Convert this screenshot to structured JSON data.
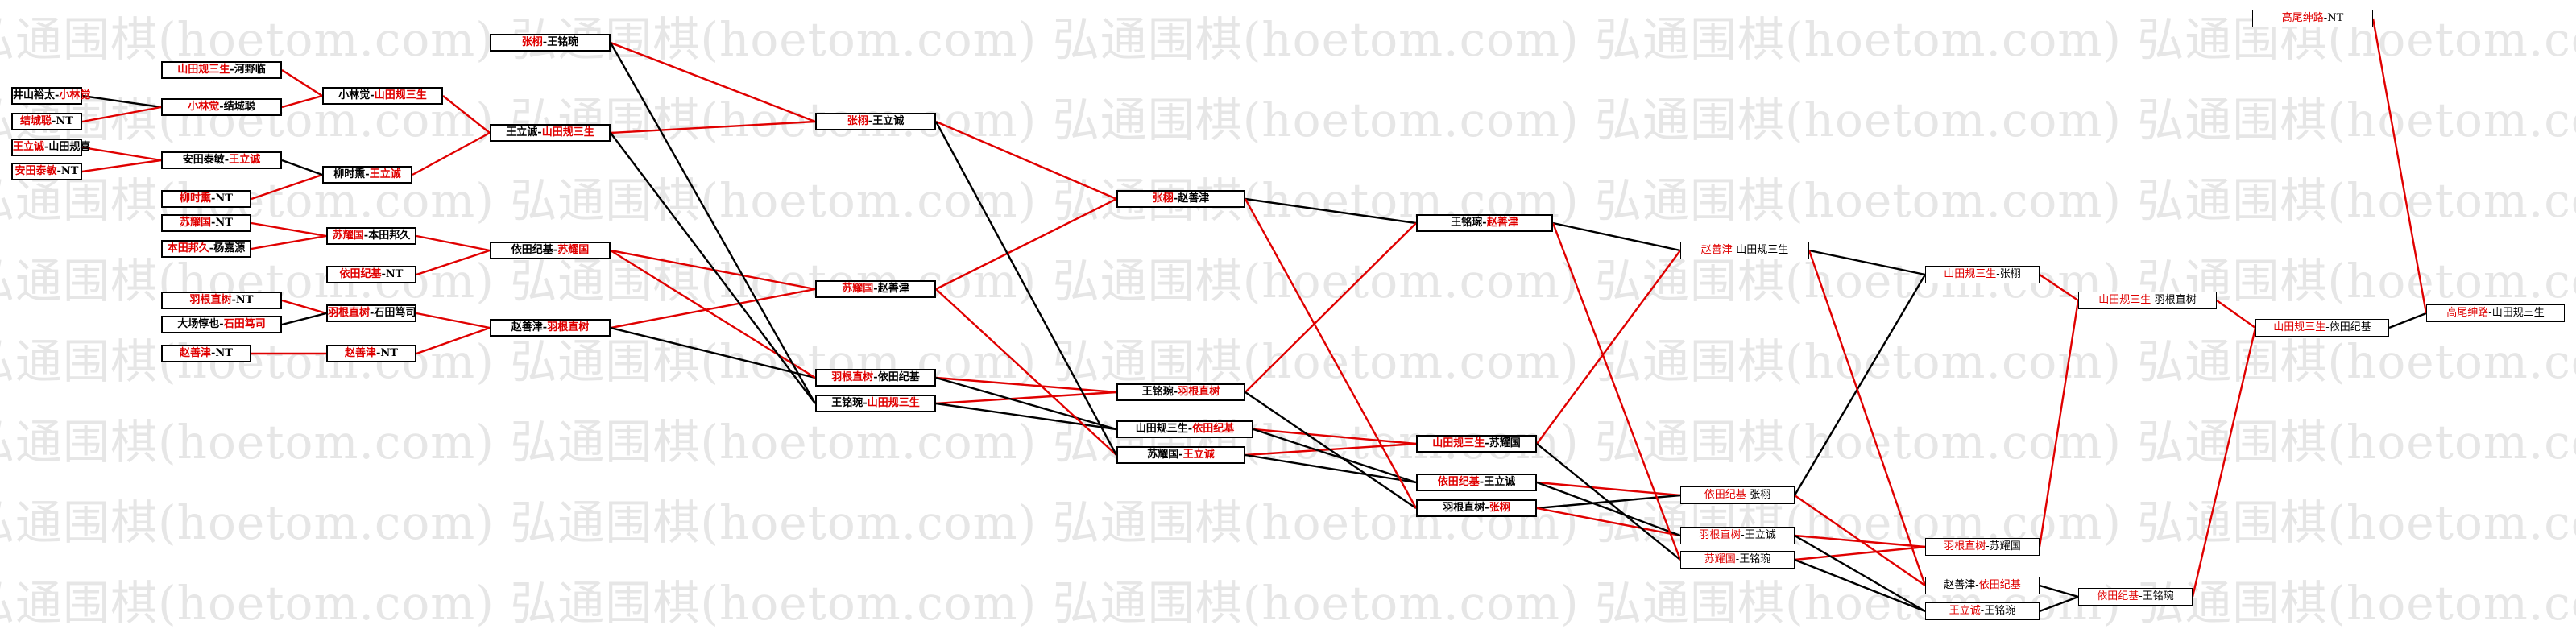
{
  "watermark": {
    "text": "弘通围棋(hoetom.com)"
  },
  "colors": {
    "win_line": "#e00000",
    "loss_line": "#000000",
    "winner_text": "#e00000"
  },
  "nodes": [
    {
      "id": "r1_1",
      "a": "井山裕太",
      "b": "小林觉",
      "w": "b"
    },
    {
      "id": "r1_2",
      "a": "结城聪",
      "b": "NT",
      "w": "a"
    },
    {
      "id": "r1_3",
      "a": "王立诚",
      "b": "山田规喜",
      "w": "a"
    },
    {
      "id": "r1_4",
      "a": "安田泰敏",
      "b": "NT",
      "w": "a"
    },
    {
      "id": "r1_5",
      "a": "柳时熏",
      "b": "NT",
      "w": "a"
    },
    {
      "id": "r1_6",
      "a": "苏耀国",
      "b": "NT",
      "w": "a"
    },
    {
      "id": "r1_7",
      "a": "本田邦久",
      "b": "杨嘉源",
      "w": "a"
    },
    {
      "id": "r1_8",
      "a": "羽根直树",
      "b": "NT",
      "w": "a"
    },
    {
      "id": "r1_9",
      "a": "大场惇也",
      "b": "石田笃司",
      "w": "b"
    },
    {
      "id": "r1_10",
      "a": "赵善津",
      "b": "NT",
      "w": "a"
    },
    {
      "id": "r2_1",
      "a": "山田规三生",
      "b": "河野临",
      "w": "a"
    },
    {
      "id": "r2_2",
      "a": "小林觉",
      "b": "结城聪",
      "w": "a"
    },
    {
      "id": "r2_3",
      "a": "安田泰敏",
      "b": "王立诚",
      "w": "b"
    },
    {
      "id": "r2_4",
      "a": "柳时熏",
      "b": "NT",
      "w": "a"
    },
    {
      "id": "r2_5",
      "a": "苏耀国",
      "b": "本田邦久",
      "w": "a"
    },
    {
      "id": "r2_6",
      "a": "依田纪基",
      "b": "NT",
      "w": "a"
    },
    {
      "id": "r2_7",
      "a": "羽根直树",
      "b": "石田笃司",
      "w": "a"
    },
    {
      "id": "r2_8",
      "a": "赵善津",
      "b": "NT",
      "w": "a"
    },
    {
      "id": "r3_1",
      "a": "小林觉",
      "b": "山田规三生",
      "w": "b"
    },
    {
      "id": "r3_2",
      "a": "柳时熏",
      "b": "王立诚",
      "w": "b"
    },
    {
      "id": "r4_1",
      "a": "张栩",
      "b": "王铭琬",
      "w": "a"
    },
    {
      "id": "r4_2",
      "a": "王立诚",
      "b": "山田规三生",
      "w": "b"
    },
    {
      "id": "r4_3",
      "a": "依田纪基",
      "b": "苏耀国",
      "w": "b"
    },
    {
      "id": "r4_4",
      "a": "赵善津",
      "b": "羽根直树",
      "w": "b"
    },
    {
      "id": "r5_1",
      "a": "张栩",
      "b": "王立诚",
      "w": "a"
    },
    {
      "id": "r5_2",
      "a": "苏耀国",
      "b": "赵善津",
      "w": "a"
    },
    {
      "id": "r5_3",
      "a": "羽根直树",
      "b": "依田纪基",
      "w": "a"
    },
    {
      "id": "r5_4",
      "a": "王铭琬",
      "b": "山田规三生",
      "w": "b"
    },
    {
      "id": "r6_1",
      "a": "张栩",
      "b": "赵善津",
      "w": "a"
    },
    {
      "id": "r6_2",
      "a": "王铭琬",
      "b": "羽根直树",
      "w": "b"
    },
    {
      "id": "r6_3",
      "a": "山田规三生",
      "b": "依田纪基",
      "w": "b"
    },
    {
      "id": "r6_4",
      "a": "苏耀国",
      "b": "王立诚",
      "w": "b"
    },
    {
      "id": "r7_1",
      "a": "王铭琬",
      "b": "赵善津",
      "w": "b"
    },
    {
      "id": "r7_2",
      "a": "山田规三生",
      "b": "苏耀国",
      "w": "a"
    },
    {
      "id": "r7_3",
      "a": "依田纪基",
      "b": "王立诚",
      "w": "a"
    },
    {
      "id": "r7_4",
      "a": "羽根直树",
      "b": "张栩",
      "w": "b"
    },
    {
      "id": "r8_1",
      "a": "赵善津",
      "b": "山田规三生",
      "w": "a"
    },
    {
      "id": "r8_2",
      "a": "依田纪基",
      "b": "张栩",
      "w": "a"
    },
    {
      "id": "r8_3",
      "a": "羽根直树",
      "b": "王立诚",
      "w": "a"
    },
    {
      "id": "r8_4",
      "a": "苏耀国",
      "b": "王铭琬",
      "w": "a"
    },
    {
      "id": "r9_1",
      "a": "山田规三生",
      "b": "张栩",
      "w": "a"
    },
    {
      "id": "r9_2",
      "a": "羽根直树",
      "b": "苏耀国",
      "w": "a"
    },
    {
      "id": "r9_3",
      "a": "赵善津",
      "b": "依田纪基",
      "w": "b"
    },
    {
      "id": "r9_4",
      "a": "王立诚",
      "b": "王铭琬",
      "w": "a"
    },
    {
      "id": "r10_1",
      "a": "山田规三生",
      "b": "羽根直树",
      "w": "a"
    },
    {
      "id": "r10_2",
      "a": "依田纪基",
      "b": "王铭琬",
      "w": "a"
    },
    {
      "id": "r11_1",
      "a": "山田规三生",
      "b": "依田纪基",
      "w": "a"
    },
    {
      "id": "r12_1",
      "a": "高尾绅路",
      "b": "NT",
      "w": "a"
    },
    {
      "id": "r12_2",
      "a": "高尾绅路",
      "b": "山田规三生",
      "w": "a"
    }
  ],
  "edges": [
    [
      "r1_1",
      "r2_2",
      "b"
    ],
    [
      "r1_2",
      "r2_2",
      "a"
    ],
    [
      "r1_3",
      "r2_3",
      "a"
    ],
    [
      "r1_4",
      "r2_3",
      "a"
    ],
    [
      "r1_5",
      "r2_4",
      "a"
    ],
    [
      "r1_6",
      "r2_5",
      "a"
    ],
    [
      "r1_7",
      "r2_5",
      "a"
    ],
    [
      "r1_8",
      "r2_7",
      "a"
    ],
    [
      "r1_9",
      "r2_7",
      "b"
    ],
    [
      "r1_10",
      "r2_8",
      "a"
    ],
    [
      "r2_1",
      "r3_1",
      "a"
    ],
    [
      "r2_2",
      "r3_1",
      "a"
    ],
    [
      "r2_3",
      "r3_2",
      "b"
    ],
    [
      "r2_4",
      "r3_2",
      "a"
    ],
    [
      "r3_1",
      "r4_2",
      "a"
    ],
    [
      "r3_2",
      "r4_2",
      "a"
    ],
    [
      "r2_5",
      "r4_3",
      "a"
    ],
    [
      "r2_6",
      "r4_3",
      "a"
    ],
    [
      "r2_7",
      "r4_4",
      "a"
    ],
    [
      "r2_8",
      "r4_4",
      "a"
    ],
    [
      "r4_1",
      "r5_1",
      "a"
    ],
    [
      "r4_2",
      "r5_1",
      "a"
    ],
    [
      "r4_3",
      "r5_2",
      "a"
    ],
    [
      "r4_4",
      "r5_2",
      "a"
    ],
    [
      "r4_4",
      "r5_3",
      "b"
    ],
    [
      "r4_3",
      "r5_3",
      "a"
    ],
    [
      "r4_1",
      "r5_4",
      "b"
    ],
    [
      "r4_2",
      "r5_4",
      "b"
    ],
    [
      "r5_1",
      "r6_1",
      "a"
    ],
    [
      "r5_2",
      "r6_1",
      "a"
    ],
    [
      "r5_3",
      "r6_2",
      "a"
    ],
    [
      "r5_4",
      "r6_2",
      "a"
    ],
    [
      "r5_4",
      "r6_3",
      "b"
    ],
    [
      "r5_3",
      "r6_3",
      "b"
    ],
    [
      "r5_2",
      "r6_4",
      "a"
    ],
    [
      "r5_1",
      "r6_4",
      "b"
    ],
    [
      "r6_1",
      "r7_1",
      "b"
    ],
    [
      "r6_2",
      "r7_1",
      "a"
    ],
    [
      "r6_3",
      "r7_2",
      "a"
    ],
    [
      "r6_4",
      "r7_2",
      "a"
    ],
    [
      "r6_3",
      "r7_3",
      "b"
    ],
    [
      "r6_4",
      "r7_3",
      "b"
    ],
    [
      "r6_2",
      "r7_4",
      "b"
    ],
    [
      "r6_1",
      "r7_4",
      "a"
    ],
    [
      "r7_1",
      "r8_1",
      "b"
    ],
    [
      "r7_2",
      "r8_1",
      "a"
    ],
    [
      "r7_3",
      "r8_2",
      "a"
    ],
    [
      "r7_4",
      "r8_2",
      "b"
    ],
    [
      "r7_4",
      "r8_3",
      "a"
    ],
    [
      "r7_3",
      "r8_3",
      "b"
    ],
    [
      "r7_2",
      "r8_4",
      "b"
    ],
    [
      "r7_1",
      "r8_4",
      "a"
    ],
    [
      "r8_1",
      "r9_1",
      "b"
    ],
    [
      "r8_2",
      "r9_1",
      "b"
    ],
    [
      "r8_3",
      "r9_2",
      "a"
    ],
    [
      "r8_4",
      "r9_2",
      "a"
    ],
    [
      "r8_1",
      "r9_3",
      "a"
    ],
    [
      "r8_2",
      "r9_3",
      "a"
    ],
    [
      "r8_3",
      "r9_4",
      "b"
    ],
    [
      "r8_4",
      "r9_4",
      "b"
    ],
    [
      "r9_1",
      "r10_1",
      "a"
    ],
    [
      "r9_2",
      "r10_1",
      "a"
    ],
    [
      "r9_3",
      "r10_2",
      "b"
    ],
    [
      "r9_4",
      "r10_2",
      "b"
    ],
    [
      "r10_1",
      "r11_1",
      "a"
    ],
    [
      "r10_2",
      "r11_1",
      "a"
    ],
    [
      "r11_1",
      "r12_2",
      "b"
    ],
    [
      "r12_1",
      "r12_2",
      "a"
    ]
  ]
}
